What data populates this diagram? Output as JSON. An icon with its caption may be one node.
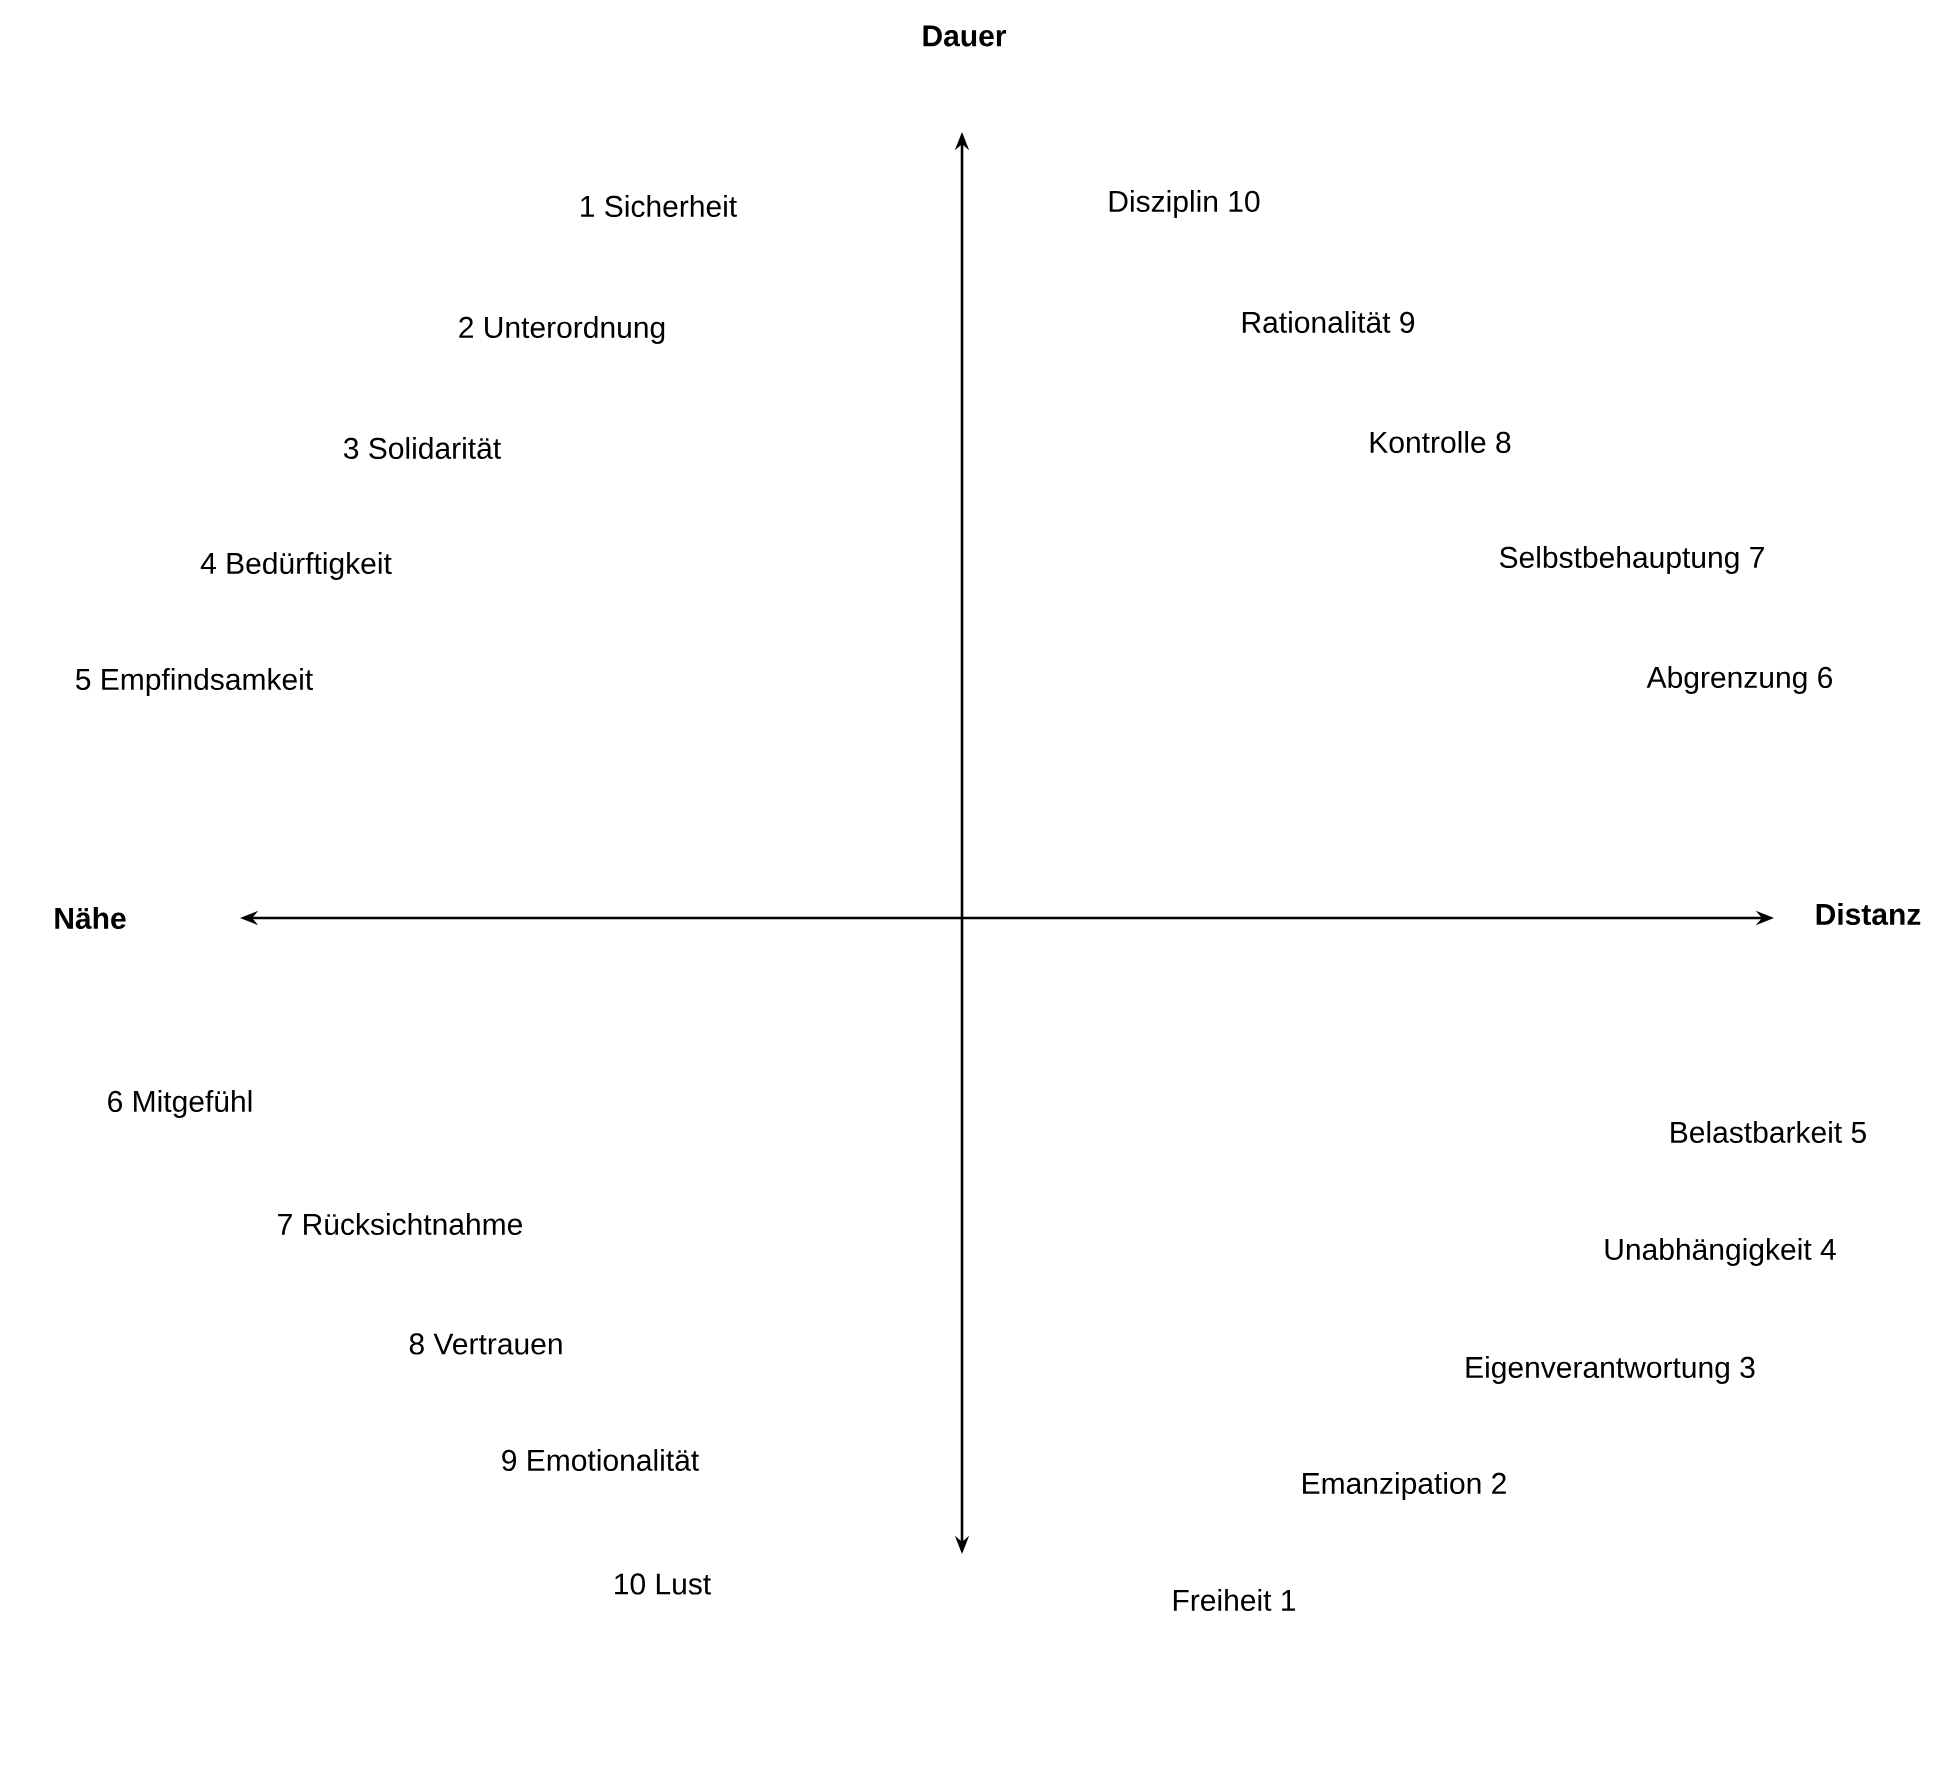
{
  "diagram": {
    "labels": [
      "Dauer",
      "1 Sicherheit",
      "Disziplin 10",
      "2 Unterordnung",
      "Rationalität 9",
      "3 Solidarität",
      "Kontrolle 8",
      "4 Bedürftigkeit",
      "Selbstbehauptung 7",
      "5 Empfindsamkeit",
      "Abgrenzung 6",
      "Nähe",
      "Distanz",
      "6 Mitgefühl",
      "Belastbarkeit 5",
      "7 Rücksichtnahme",
      "Unabhängigkeit 4",
      "8 Vertrauen",
      "Eigenverantwortung 3",
      "9 Emotionalität",
      "Emanzipation 2",
      "10 Lust",
      "Freiheit 1"
    ]
  }
}
